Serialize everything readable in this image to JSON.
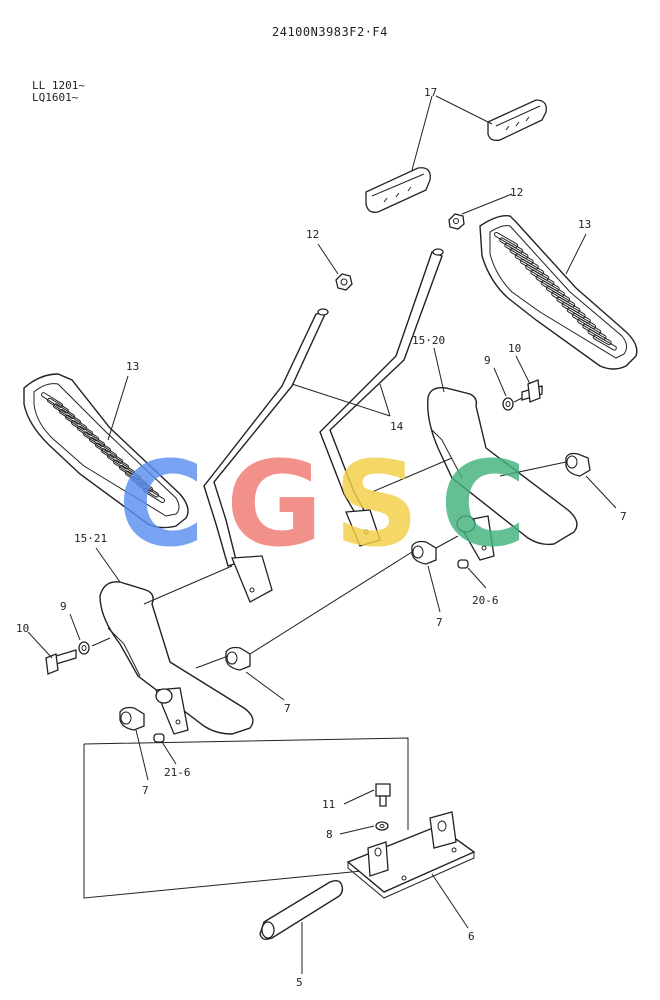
{
  "drawing_code": "24100N3983F2·F4",
  "serial_ranges": [
    "LL 1201~",
    "LQ1601~"
  ],
  "watermark": {
    "letters": [
      "C",
      "G",
      "S",
      "C"
    ],
    "colors": [
      "#5b8ff0",
      "#f07a70",
      "#f4cf46",
      "#43b27c"
    ]
  },
  "callouts": {
    "c17": "17",
    "c12a": "12",
    "c12b": "12",
    "c13a": "13",
    "c13b": "13",
    "c14": "14",
    "c1520": "15·20",
    "c9a": "9",
    "c10a": "10",
    "c7a": "7",
    "c1521": "15·21",
    "c9b": "9",
    "c10b": "10",
    "c7b": "7",
    "c206": "20-6",
    "c7c": "7",
    "c7d": "7",
    "c216": "21-6",
    "c11": "11",
    "c8": "8",
    "c6": "6",
    "c5": "5"
  }
}
